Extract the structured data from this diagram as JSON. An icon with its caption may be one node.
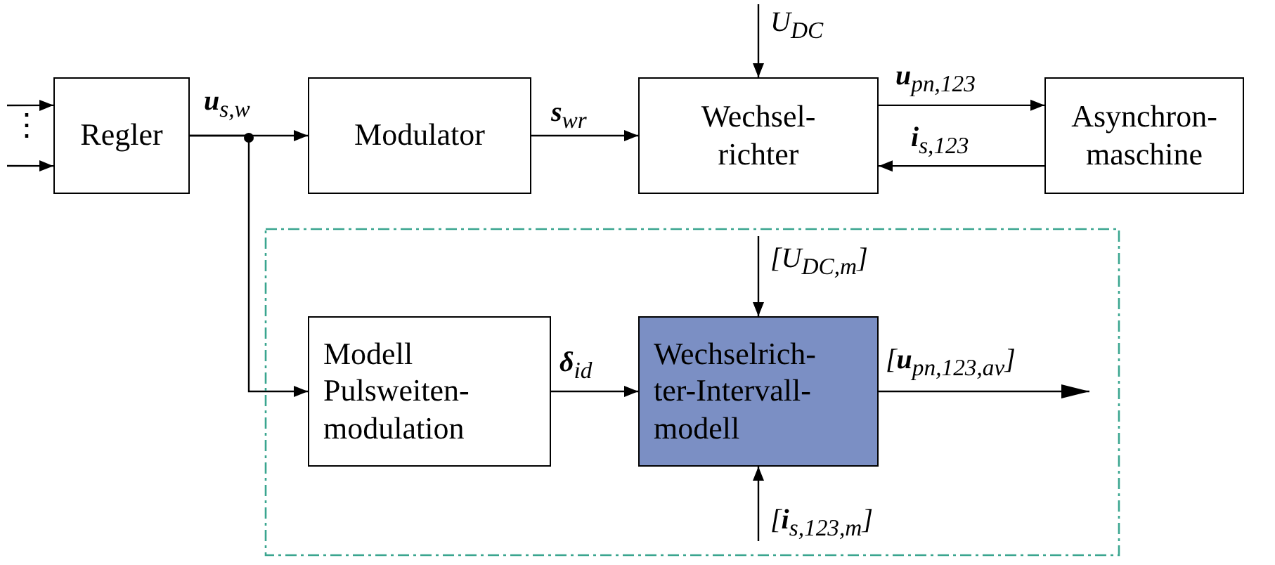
{
  "diagram": {
    "nodes": [
      {
        "text": [
          "Regler"
        ]
      },
      {
        "text": [
          "Modulator"
        ]
      },
      {
        "text": [
          "Wechsel- richter"
        ]
      },
      {
        "text": [
          "Asynchron- maschine"
        ]
      },
      {
        "text": [],
        "shape": "box"
      },
      {
        "text": [
          "Modell Pulsweiten- modulation"
        ],
        "in": 4
      },
      {
        "text": [
          "Wechselrich- ter-Intervall- modell"
        ],
        "in": 4
      }
    ],
    "edges": [
      {
        "from": null,
        "to": 0,
        "arrow": "to"
      },
      {
        "from": null,
        "to": 0,
        "arrow": "to"
      },
      {
        "from": 0,
        "to": 1,
        "arrow": "to",
        "label": "**u**$_{s,w}$"
      },
      {
        "from": 0,
        "to": 5,
        "arrow": "to"
      },
      {
        "from": 1,
        "to": 2,
        "arrow": "to",
        "label": "**s**$_{wr}$"
      },
      {
        "from": null,
        "to": 2,
        "arrow": "to",
        "label": "U$_{DC}$"
      },
      {
        "from": 2,
        "to": 3,
        "arrow": "to",
        "label": "**u**$_{pn,123}$"
      },
      {
        "from": 3,
        "to": 2,
        "arrow": "to",
        "label": "**i**$_{s,123}$"
      },
      {
        "from": null,
        "to": 6,
        "arrow": "to",
        "label": "[U$_{DC,m}$]"
      },
      {
        "from": 5,
        "to": 6,
        "arrow": "to",
        "label": "**δ**$_{id}$"
      },
      {
        "from": 6,
        "to": null,
        "arrow": "to",
        "label": "[**u**$_{pn,123,av}$]"
      },
      {
        "from": null,
        "to": 6,
        "arrow": "to",
        "label": "[**i**$_{s,123,m}$]"
      }
    ],
    "labels": [
      "⋮"
    ]
  }
}
